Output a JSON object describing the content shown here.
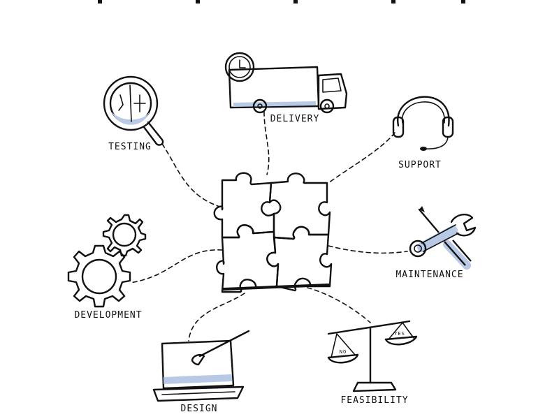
{
  "colors": {
    "accent": "#b7c9e5",
    "accent_dark": "#8ea8d2",
    "ink": "#111111",
    "background": "#ffffff"
  },
  "center": {
    "icon": "puzzle-icon"
  },
  "nodes": [
    {
      "id": "testing",
      "label": "TESTING",
      "icon": "magnifier-icon"
    },
    {
      "id": "delivery",
      "label": "DELIVERY",
      "icon": "truck-clock-icon"
    },
    {
      "id": "support",
      "label": "SUPPORT",
      "icon": "headset-icon"
    },
    {
      "id": "maintenance",
      "label": "MAINTENANCE",
      "icon": "wrench-screwdriver-icon"
    },
    {
      "id": "development",
      "label": "DEVELOPMENT",
      "icon": "gears-icon"
    },
    {
      "id": "design",
      "label": "DESIGN",
      "icon": "laptop-brush-icon"
    },
    {
      "id": "feasibility",
      "label": "FEASIBILITY",
      "icon": "balance-scale-icon"
    }
  ],
  "scale": {
    "left_pan_label": "NO",
    "right_pan_label": "YES"
  }
}
